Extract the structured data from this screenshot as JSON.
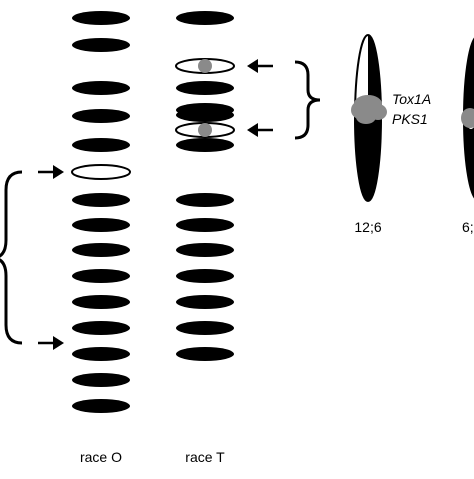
{
  "diagram": {
    "race_o": {
      "label": "race O",
      "bands": [
        "black",
        "black",
        "black",
        "black",
        "black",
        "black",
        "open",
        "black",
        "black",
        "black",
        "black",
        "black",
        "black",
        "black",
        "black",
        "black"
      ]
    },
    "race_t": {
      "label": "race T",
      "bands": [
        "black",
        "open",
        "black",
        "black",
        "black",
        "open",
        "black",
        "black",
        "black",
        "black",
        "black",
        "black",
        "black",
        "black"
      ]
    },
    "chromosome_right_1": {
      "label": "12;6",
      "gene_label_1": "Tox1A",
      "gene_label_2": "PKS1"
    },
    "chromosome_right_2": {
      "label": "6;"
    },
    "colors": {
      "band": "#000000",
      "gene_blob": "#8a8a8a",
      "open_band_stroke": "#000000"
    },
    "icons": [
      "arrow-icon",
      "curly-brace-icon"
    ]
  }
}
